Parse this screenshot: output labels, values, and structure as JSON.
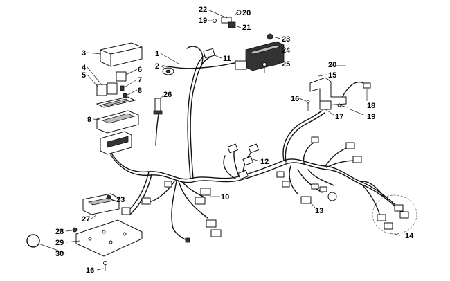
{
  "diagram": {
    "callouts": [
      "1",
      "2",
      "3",
      "4",
      "5",
      "6",
      "7",
      "8",
      "9",
      "10",
      "11",
      "12",
      "13",
      "14",
      "15",
      "16",
      "17",
      "18",
      "19",
      "20",
      "21",
      "22",
      "23",
      "24",
      "25",
      "26",
      "27",
      "28",
      "29",
      "30"
    ]
  }
}
